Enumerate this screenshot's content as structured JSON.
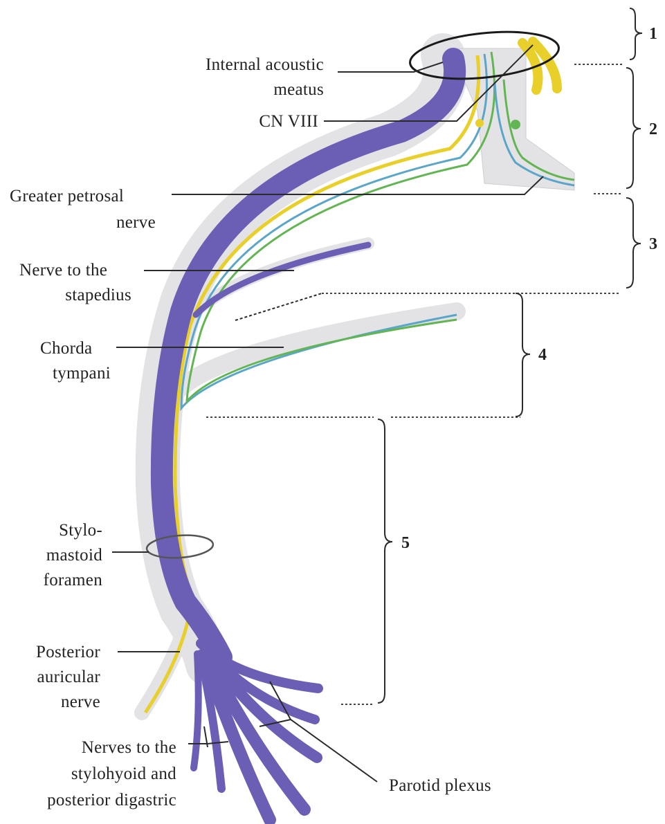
{
  "colors": {
    "motor": "#6b5fb5",
    "sheath": "#e3e3e6",
    "sheath_edge": "#cdcdd3",
    "intermedius_yellow": "#e8cf2a",
    "taste_green": "#62b552",
    "parasympathetic_blue": "#5aa5c8",
    "cn8_yellow": "#e8cf2a",
    "line": "#2a2a2a"
  },
  "labels": {
    "internal_acoustic_meatus": [
      "Internal acoustic",
      "meatus"
    ],
    "cn8": "CN VIII",
    "greater_petrosal": [
      "Greater petrosal",
      "nerve"
    ],
    "nerve_to_stapedius": [
      "Nerve to the",
      "stapedius"
    ],
    "chorda_tympani": [
      "Chorda",
      "tympani"
    ],
    "stylomastoid_foramen": [
      "Stylo-",
      "mastoid",
      "foramen"
    ],
    "posterior_auricular": [
      "Posterior",
      "auricular",
      "nerve"
    ],
    "nerves_to_stylohyoid": [
      "Nerves to the",
      "stylohyoid and",
      "posterior digastric"
    ],
    "parotid_plexus": "Parotid plexus"
  },
  "segments": [
    "1",
    "2",
    "3",
    "4",
    "5"
  ]
}
